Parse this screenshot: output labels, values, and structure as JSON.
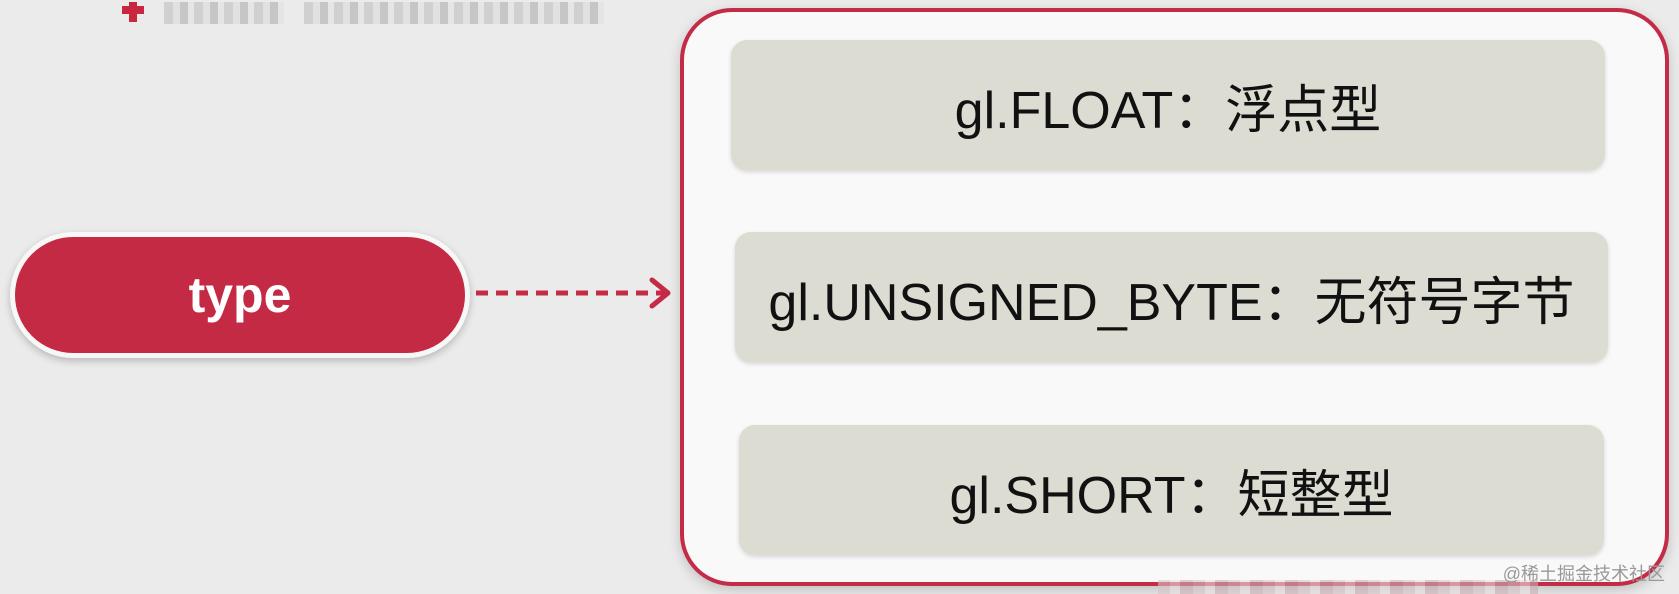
{
  "colors": {
    "background": "#ebebeb",
    "accent_red": "#c52a45",
    "panel_border": "#c42b47",
    "panel_fill": "#f9f9f9",
    "option_fill": "#dcdcd2",
    "text_dark": "#111111",
    "text_light": "#ffffff"
  },
  "icons": {
    "top_mark": "red-plus-mark",
    "connector": "dashed-arrow-right"
  },
  "concept": {
    "label": "type"
  },
  "options": [
    {
      "label": "gl.FLOAT：浮点型"
    },
    {
      "label": "gl.UNSIGNED_BYTE：无符号字节"
    },
    {
      "label": "gl.SHORT：短整型"
    }
  ],
  "watermark": "@稀土掘金技术社区"
}
